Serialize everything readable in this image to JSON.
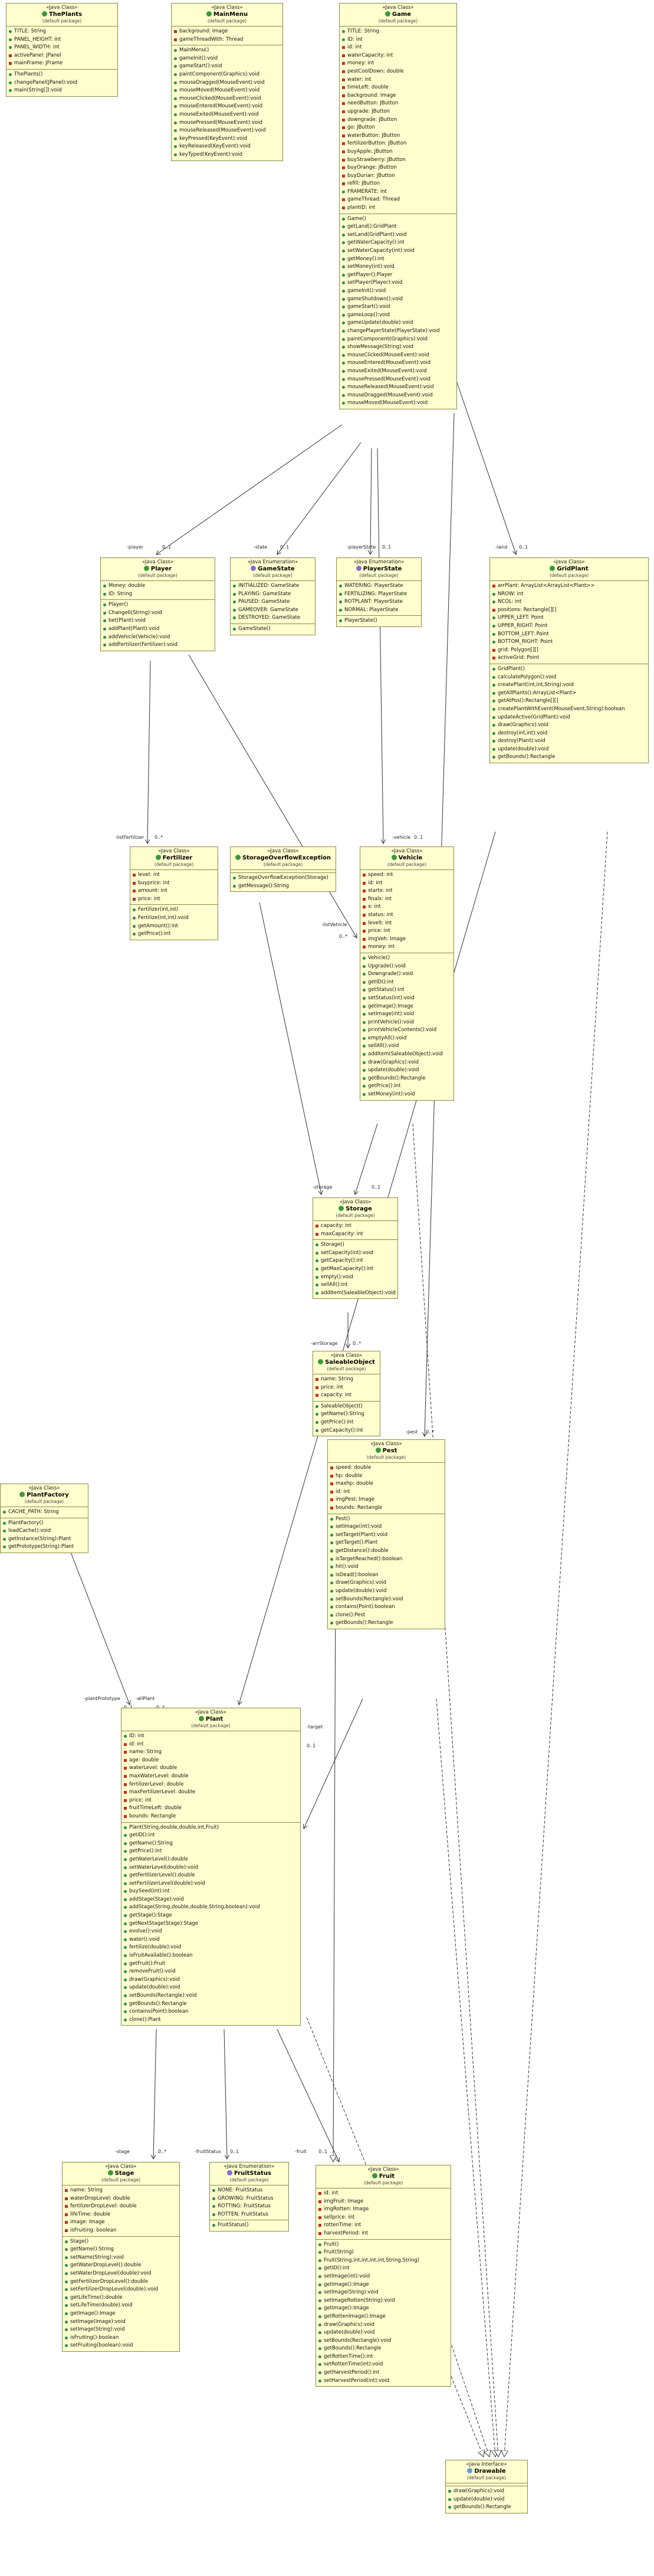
{
  "stereotypes": {
    "java_class": "«Java Class»",
    "java_enum": "«Java Enumeration»",
    "java_interface": "«Java Interface»",
    "package": "(default package)"
  },
  "classes": {
    "theplants": {
      "name": "ThePlants",
      "fields": [
        "TITLE: String",
        "PANEL_HEIGHT: int",
        "PANEL_WIDTH: int",
        "activePanel: JPanel",
        "mainFrame: JFrame"
      ],
      "methods": [
        "ThePlants()",
        "changePanel(JPanel):void",
        "main(String[]):void"
      ]
    },
    "mainmenu": {
      "name": "MainMenu",
      "fields": [
        "background: Image",
        "gameThreadWith: Thread"
      ],
      "methods": [
        "MainMenu()",
        "gameInit():void",
        "gameStart():void",
        "paintComponent(Graphics):void",
        "mouseDragged(MouseEvent):void",
        "mouseMoved(MouseEvent):void",
        "mouseClicked(MouseEvent):void",
        "mouseEntered(MouseEvent):void",
        "mouseExited(MouseEvent):void",
        "mousePressed(MouseEvent):void",
        "mouseReleased(MouseEvent):void",
        "keyPressed(KeyEvent):void",
        "keyReleased(KeyEvent):void",
        "keyTyped(KeyEvent):void"
      ]
    },
    "game": {
      "name": "Game",
      "fields": [
        "TITLE: String",
        "ID: int",
        "id: int",
        "waterCapacity: int",
        "money: int",
        "pestCoolDown: double",
        "water: int",
        "timeLeft: double",
        "background: Image",
        "needButton: JButton",
        "upgrade: JButton",
        "downgrade: JButton",
        "go: JButton",
        "waterButton: JButton",
        "fertilizerButton: JButton",
        "buyApple: JButton",
        "buyStrawberry: JButton",
        "buyOrange: JButton",
        "buyDurian: JButton",
        "refill: JButton",
        "FRAMERATE: int",
        "gameThread: Thread",
        "plantID: int"
      ],
      "methods": [
        "Game()",
        "getLand():GridPlant",
        "setLand(GridPlant):void",
        "getWaterCapacity():int",
        "setWaterCapacity(int):void",
        "getMoney():int",
        "setMoney(int):void",
        "getPlayer():Player",
        "setPlayer(Player):void",
        "gameInit():void",
        "gameShutdown():void",
        "gameStart():void",
        "gameLoop():void",
        "gameUpdate(double):void",
        "changePlayerState(PlayerState):void",
        "paintComponent(Graphics):void",
        "showMessage(String):void",
        "mouseClicked(MouseEvent):void",
        "mouseEntered(MouseEvent):void",
        "mouseExited(MouseEvent):void",
        "mousePressed(MouseEvent):void",
        "mouseReleased(MouseEvent):void",
        "mouseDragged(MouseEvent):void",
        "mouseMoved(MouseEvent):void"
      ]
    },
    "player": {
      "name": "Player",
      "fields": [
        "Money: double",
        "ID: String"
      ],
      "methods": [
        "Player()",
        "Change0(String):void",
        "bet(Plant):void",
        "addPlant(Plant):void",
        "addVehicle(Vehicle):void",
        "addFertilizer(Fertilizer):void"
      ]
    },
    "gamestate": {
      "name": "GameState",
      "fields": [
        "INITIALIZED: GameState",
        "PLAYING: GameState",
        "PAUSED: GameState",
        "GAMEOVER: GameState",
        "DESTROYED: GameState"
      ],
      "methods": [
        "GameState()"
      ]
    },
    "playerstate": {
      "name": "PlayerState",
      "fields": [
        "WATERING: PlayerState",
        "FERTILIZING: PlayerState",
        "ROTPLANT: PlayerState",
        "NORMAL: PlayerState"
      ],
      "methods": [
        "PlayerState()"
      ]
    },
    "gridplant": {
      "name": "GridPlant",
      "fields": [
        "arrPlant: ArrayList<ArrayList<Plant>>",
        "NROW: int",
        "NCOL: int",
        "positions: Rectangle[][]",
        "UPPER_LEFT: Point",
        "UPPER_RIGHT: Point",
        "BOTTOM_LEFT: Point",
        "BOTTOM_RIGHT: Point",
        "grid: Polygon[][]",
        "activeGrid: Point"
      ],
      "methods": [
        "GridPlant()",
        "calculatePolygon():void",
        "createPlant(int,int,String):void",
        "getAllPlants():ArrayList<Plant>",
        "getAtPos():Rectangle[][]",
        "createPlantWithEvent(MouseEvent,String):boolean",
        "updateActive(GridPlant):void",
        "draw(Graphics):void",
        "destroy(int,int):void",
        "destroy(Plant):void",
        "update(double):void",
        "getBounds():Rectangle"
      ]
    },
    "fertilizer": {
      "name": "Fertilizer",
      "fields": [
        "level: int",
        "buyprice: int",
        "amount: int",
        "price: int"
      ],
      "methods": [
        "Fertilizer(int,int)",
        "Fertilize(int,int):void",
        "getAmount():int",
        "getPrice():int"
      ]
    },
    "storageoverflow": {
      "name": "StorageOverflowException",
      "fields": [],
      "methods": [
        "StorageOverflowException(Storage)",
        "getMessage():String"
      ]
    },
    "vehicle": {
      "name": "Vehicle",
      "fields": [
        "speed: int",
        "id: int",
        "startx: int",
        "finalx: int",
        "x: int",
        "status: int",
        "levelt: int",
        "price: int",
        "imgVeh: Image",
        "money: int"
      ],
      "methods": [
        "Vehicle()",
        "Upgrade():void",
        "Downgrade():void",
        "getID():int",
        "getStatus():int",
        "setStatus(int):void",
        "getImage():Image",
        "setImage(int):void",
        "printVehicle():void",
        "printVehicleContents():void",
        "emptyAll():void",
        "sellAll():void",
        "addItem(SaleableObject):void",
        "draw(Graphics):void",
        "update(double):void",
        "getBounds():Rectangle",
        "getPrice():int",
        "setMoney(int):void"
      ]
    },
    "storage": {
      "name": "Storage",
      "fields": [
        "capacity: int",
        "maxCapacity: int"
      ],
      "methods": [
        "Storage()",
        "setCapacity(int):void",
        "getCapacity():int",
        "getMaxCapacity():int",
        "empty():void",
        "sellAll():int",
        "addItem(SaleableObject):void"
      ]
    },
    "saleable": {
      "name": "SaleableObject",
      "fields": [
        "name: String",
        "price: int",
        "capacity: int"
      ],
      "methods": [
        "SaleableObject()",
        "getName():String",
        "getPrice():int",
        "getCapacity():int"
      ]
    },
    "plantfactory": {
      "name": "PlantFactory",
      "fields": [
        "CACHE_PATH: String"
      ],
      "methods": [
        "PlantFactory()",
        "loadCache():void",
        "getInstance(String):Plant",
        "getPrototype(String):Plant"
      ]
    },
    "pest": {
      "name": "Pest",
      "fields": [
        "speed: double",
        "hp: double",
        "maxhp: double",
        "id: int",
        "imgPest: Image",
        "bounds: Rectangle"
      ],
      "methods": [
        "Pest()",
        "setImage(int):void",
        "setTarget(Plant):void",
        "getTarget():Plant",
        "getDistance():double",
        "isTargetReached():boolean",
        "hit():void",
        "isDead():boolean",
        "draw(Graphics):void",
        "update(double):void",
        "setBounds(Rectangle):void",
        "contains(Point):boolean",
        "clone():Pest",
        "getBounds():Rectangle"
      ]
    },
    "plant": {
      "name": "Plant",
      "fields": [
        "ID: int",
        "id: int",
        "name: String",
        "age: double",
        "waterLevel: double",
        "maxWaterLevel: double",
        "fertilizerLevel: double",
        "maxFertilizerLevel: double",
        "price: int",
        "fruitTimeLeft: double",
        "bounds: Rectangle"
      ],
      "methods": [
        "Plant(String,double,double,int,Fruit)",
        "getID():int",
        "getName():String",
        "getPrice():int",
        "getWaterLevel():double",
        "setWaterLevel(double):void",
        "getFertilizerLevel():double",
        "setFertilizerLevel(double):void",
        "buySeed(int):int",
        "addStage(Stage):void",
        "addStage(String,double,double,String,boolean):void",
        "getStage():Stage",
        "getNextStage(Stage):Stage",
        "evolve():void",
        "water():void",
        "fertilize(double):void",
        "isFruitAvailable():boolean",
        "getFruit():Fruit",
        "removeFruit():void",
        "draw(Graphics):void",
        "update(double):void",
        "setBounds(Rectangle):void",
        "getBounds():Rectangle",
        "contains(Point):boolean",
        "clone():Plant"
      ]
    },
    "stage": {
      "name": "Stage",
      "fields": [
        "name: String",
        "waterDropLevel: double",
        "fertilizerDropLevel: double",
        "lifeTime: double",
        "image: Image",
        "isFruiting: boolean"
      ],
      "methods": [
        "Stage()",
        "getName():String",
        "setName(String):void",
        "getWaterDropLevel():double",
        "setWaterDropLevel(double):void",
        "getFertilizerDropLevel():double",
        "setFertilizerDropLevel(double):void",
        "getLifeTime():double",
        "setLifeTime(double):void",
        "getImage():Image",
        "setImage(Image):void",
        "setImage(String):void",
        "isFruiting():boolean",
        "setFruiting(boolean):void"
      ]
    },
    "fruitstatus": {
      "name": "FruitStatus",
      "fields": [
        "NONE: FruitStatus",
        "GROWING: FruitStatus",
        "ROTTING: FruitStatus",
        "ROTTEN: FruitStatus"
      ],
      "methods": [
        "FruitStatus()"
      ]
    },
    "fruit": {
      "name": "Fruit",
      "fields": [
        "id: int",
        "imgFruit: Image",
        "imgRotten: Image",
        "sellprice: int",
        "rottenTime: int",
        "harvestPeriod: int"
      ],
      "methods": [
        "Fruit()",
        "Fruit(String)",
        "Fruit(String,int,int,int,int,String,String)",
        "getID():int",
        "setImage(int):void",
        "getImage():Image",
        "setImage(String):void",
        "setImageRotten(String):void",
        "getImage():Image",
        "getRottenImage():Image",
        "draw(Graphics):void",
        "update(double):void",
        "setBounds(Rectangle):void",
        "getBounds():Rectangle",
        "getRottenTime():int",
        "setRottenTime(int):void",
        "getHarvestPeriod():int",
        "setHarvestPeriod(int):void"
      ]
    },
    "drawable": {
      "name": "Drawable",
      "fields": [],
      "methods": [
        "draw(Graphics):void",
        "update(double):void",
        "getBounds():Rectangle"
      ]
    }
  },
  "edge_labels": {
    "player": "-player",
    "player_mult": "0..1",
    "state": "-state",
    "state_mult": "0..1",
    "playerstate": "-playerState",
    "playerstate_mult": "0..1",
    "land": "-land",
    "land_mult": "0..1",
    "fertilizer": "-listFertilizer",
    "fertilizer_mult": "0..*",
    "vehicle": "-vehicle",
    "vehicle_mult": "0..1",
    "listvehicle": "-listVehicle",
    "listvehicle_mult": "0..*",
    "storage": "-storage",
    "storage_mult": "0..1",
    "items": "-arrStorage",
    "items_mult": "0..*",
    "pest": "-pest",
    "pest_mult": "0..*",
    "allplant": "-allPlant",
    "allplant_mult": "0..*",
    "prototype": "-plantPrototype",
    "prototype_mult": "0..1",
    "target": "-target",
    "target_mult": "0..1",
    "stage": "-stage",
    "stage_mult": "0..*",
    "fruitstatus": "-fruitStatus",
    "fruitstatus_mult": "0..1",
    "fruit": "-fruit",
    "fruit_mult": "0..1"
  }
}
